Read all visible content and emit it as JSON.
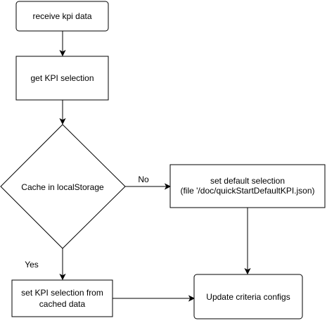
{
  "nodes": {
    "receive_kpi": {
      "label": "receive kpi data"
    },
    "get_kpi": {
      "label": "get KPI selection"
    },
    "cache_decision": {
      "label": "Cache in localStorage"
    },
    "set_default": {
      "line1": "set default selection",
      "line2": "(file '/doc/quickStartDefaultKPI.json)"
    },
    "set_from_cache": {
      "line1": "set KPI selection from",
      "line2": "cached data"
    },
    "update_criteria": {
      "label": "Update criteria configs"
    }
  },
  "edges": {
    "no_label": "No",
    "yes_label": "Yes"
  }
}
